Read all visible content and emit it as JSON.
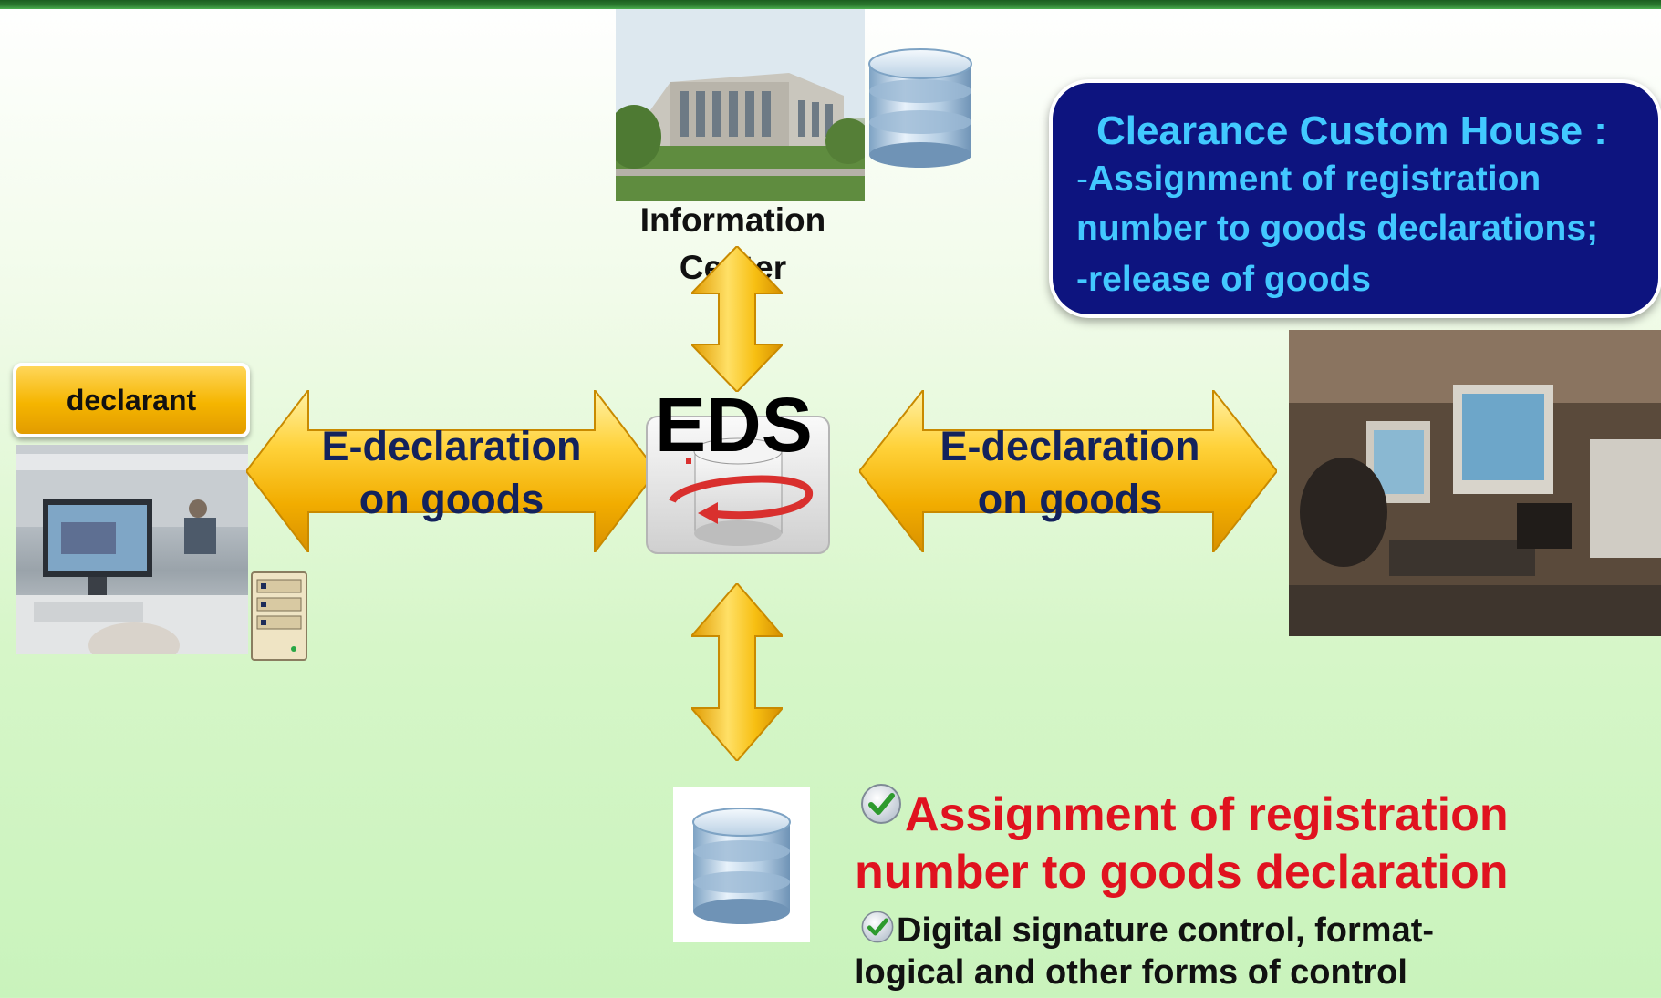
{
  "nodes": {
    "info_center": {
      "label_line1": "Information",
      "label_line2": "Center"
    },
    "eds": {
      "label": "EDS"
    },
    "declarant": {
      "label": "declarant"
    }
  },
  "arrows": {
    "left": {
      "line1": "E-declaration",
      "line2": "on goods"
    },
    "right": {
      "line1": "E-declaration",
      "line2": "on goods"
    }
  },
  "callout": {
    "title": "Clearance Custom House :",
    "line1_dash": "-",
    "line1": "Assignment of registration",
    "line2": "number to goods declarations;",
    "line3": "-release of goods"
  },
  "checklist": {
    "main_line1": "Assignment of registration",
    "main_line2": "number to goods declaration",
    "note_line1": "Digital signature control, format-",
    "note_line2": "logical and other forms of control"
  },
  "colors": {
    "background": "#d6f6c8",
    "arrow_gold": "#f5b800",
    "callout_bg": "#0d147f",
    "callout_text": "#42c8ff",
    "highlight_red": "#e0121f",
    "arrow_text": "#13225c"
  },
  "icons": [
    "database-icon",
    "server-icon",
    "check-icon",
    "sync-database-icon"
  ]
}
